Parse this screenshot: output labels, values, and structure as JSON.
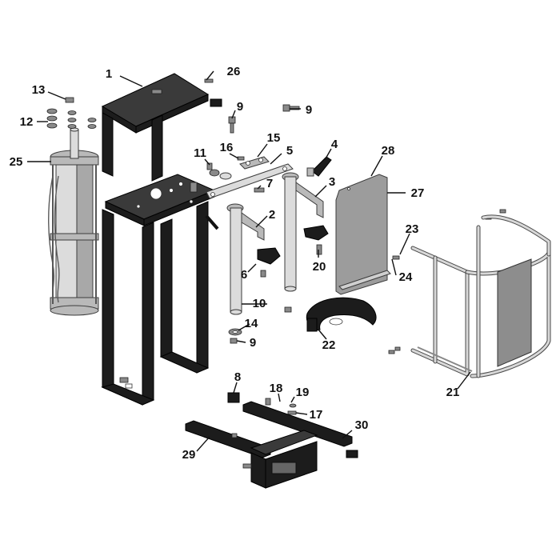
{
  "callouts": [
    "1",
    "26",
    "13",
    "9",
    "9",
    "12",
    "11",
    "16",
    "15",
    "5",
    "4",
    "28",
    "25",
    "7",
    "3",
    "27",
    "2",
    "23",
    "20",
    "24",
    "6",
    "10",
    "14",
    "9",
    "22",
    "21",
    "8",
    "18",
    "19",
    "17",
    "30",
    "29"
  ]
}
